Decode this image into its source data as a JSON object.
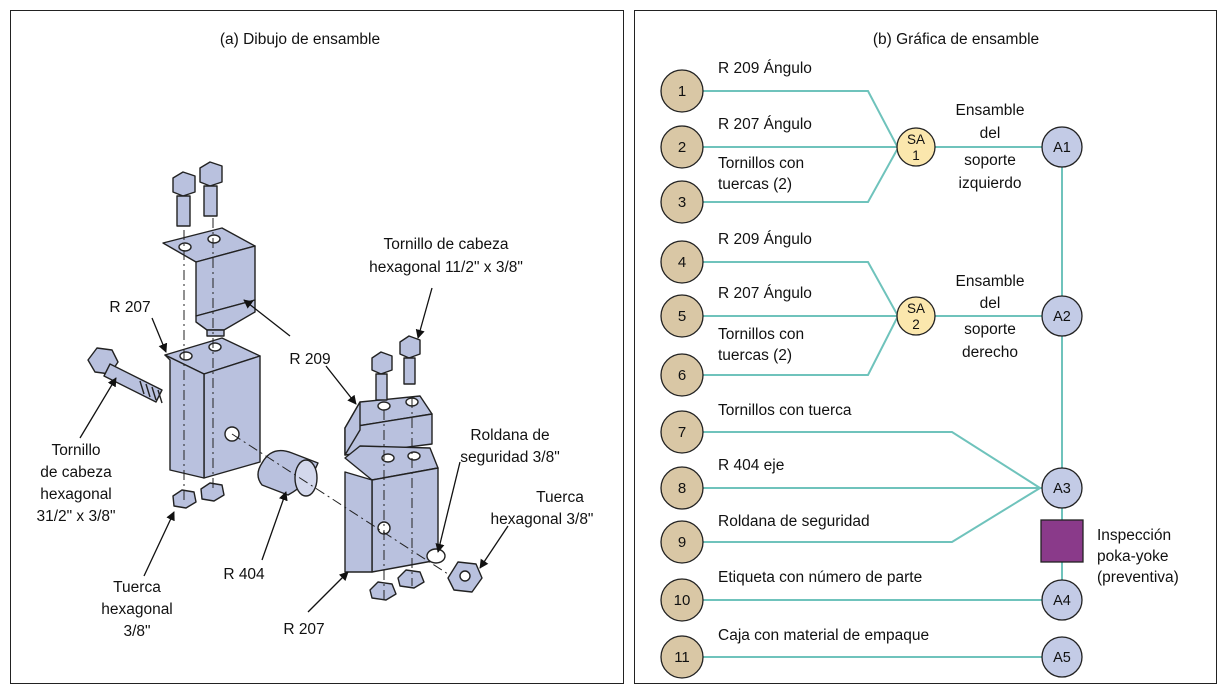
{
  "drawing": {
    "title": "(a) Dibujo de ensamble",
    "labels": {
      "bolt_small": [
        "Tornillo de cabeza",
        "hexagonal 11/2\" x 3/8\""
      ],
      "r207_top": "R 207",
      "r209": "R 209",
      "roldana": [
        "Roldana de",
        "seguridad 3/8\""
      ],
      "tuerca_right": [
        "Tuerca",
        "hexagonal 3/8\""
      ],
      "bolt_big": [
        "Tornillo",
        "de cabeza",
        "hexagonal",
        "31/2\" x 3/8\""
      ],
      "r404": "R 404",
      "tuerca_left": [
        "Tuerca",
        "hexagonal",
        "3/8\""
      ],
      "r207_bottom": "R 207"
    }
  },
  "chart": {
    "title": "(b) Gráfica de ensamble",
    "parts": [
      "1",
      "2",
      "3",
      "4",
      "5",
      "6",
      "7",
      "8",
      "9",
      "10",
      "11"
    ],
    "part_labels": {
      "p1": "R 209 Ángulo",
      "p2": "R 207 Ángulo",
      "p3": [
        "Tornillos con",
        "tuercas (2)"
      ],
      "p4": "R 209 Ángulo",
      "p5": "R 207 Ángulo",
      "p6": [
        "Tornillos con",
        "tuercas (2)"
      ],
      "p7": "Tornillos con tuerca",
      "p8": "R 404 eje",
      "p9": "Roldana de seguridad",
      "p10": "Etiqueta con número de parte",
      "p11": "Caja con material de empaque"
    },
    "subassemblies": [
      [
        "SA",
        "1"
      ],
      [
        "SA",
        "2"
      ]
    ],
    "assemblies": [
      "A1",
      "A2",
      "A3",
      "A4",
      "A5"
    ],
    "sa_labels": {
      "sa1": [
        "Ensamble",
        "del",
        "soporte",
        "izquierdo"
      ],
      "sa2": [
        "Ensamble",
        "del",
        "soporte",
        "derecho"
      ]
    },
    "inspection": [
      "Inspección",
      "poka-yoke",
      "(preventiva)"
    ]
  },
  "colors": {
    "part_fill": "#d9c7a5",
    "sa_fill": "#fbe7ad",
    "a_fill": "#c3cbe6",
    "line": "#6fc3bc",
    "inspection": "#8a3a8a",
    "metal": "#b9c1de"
  }
}
